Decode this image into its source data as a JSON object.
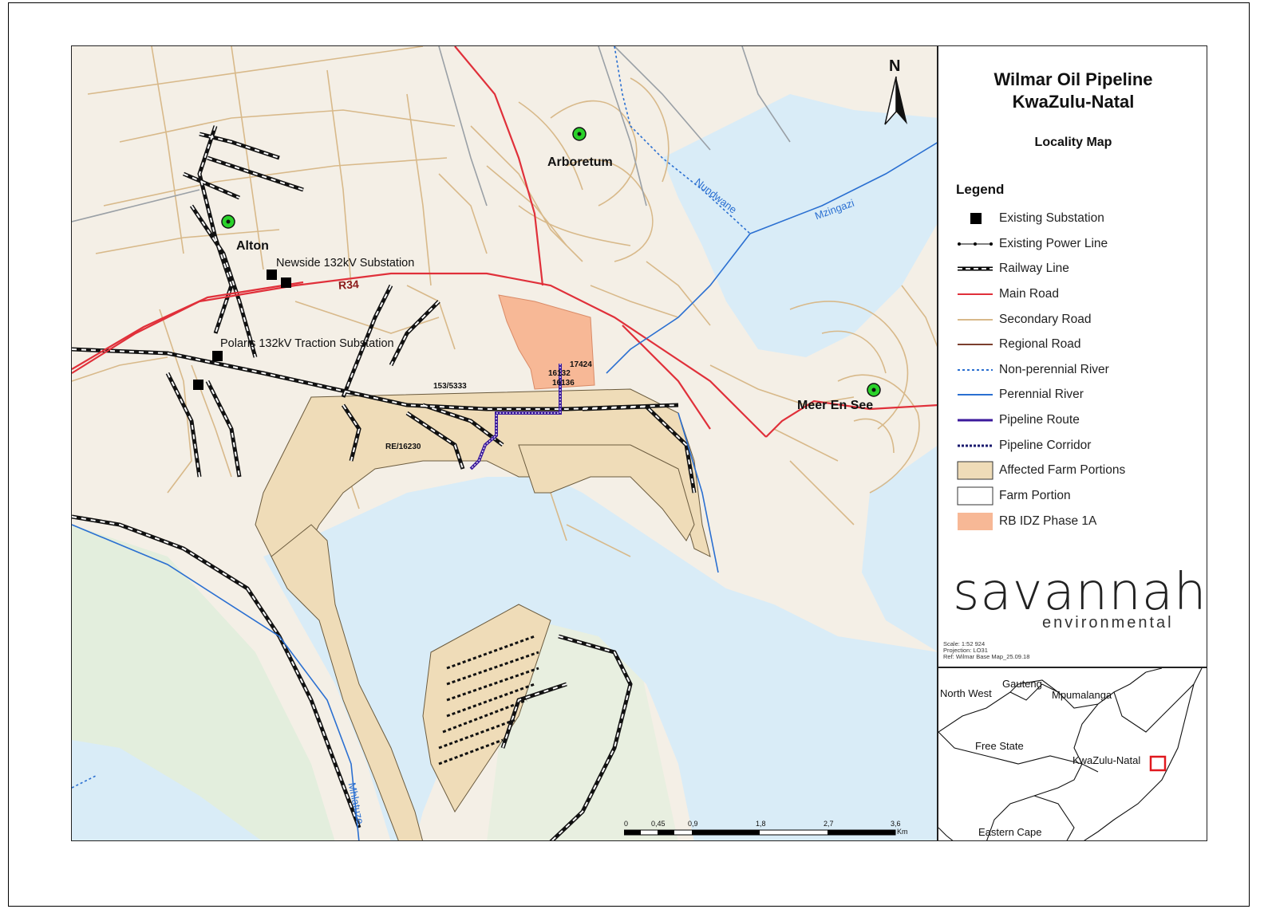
{
  "title": {
    "line1": "Wilmar Oil Pipeline",
    "line2": "KwaZulu-Natal"
  },
  "subtitle": "Locality Map",
  "legend": {
    "heading": "Legend",
    "items": [
      {
        "label": "Existing Substation",
        "symbol": "square"
      },
      {
        "label": "Existing Power Line",
        "symbol": "powerline"
      },
      {
        "label": "Railway Line",
        "symbol": "railway"
      },
      {
        "label": "Main Road",
        "symbol": "line",
        "color": "#e0303a"
      },
      {
        "label": "Secondary Road",
        "symbol": "line",
        "color": "#d8b98a"
      },
      {
        "label": "Regional Road",
        "symbol": "line",
        "color": "#7b3f2e"
      },
      {
        "label": "Non-perennial River",
        "symbol": "dotted",
        "color": "#2a6fd1"
      },
      {
        "label": "Perennial River",
        "symbol": "line",
        "color": "#2a6fd1"
      },
      {
        "label": "Pipeline Route",
        "symbol": "line",
        "color": "#3b1a9c"
      },
      {
        "label": "Pipeline Corridor",
        "symbol": "dotted",
        "color": "#1a1a6e"
      },
      {
        "label": "Affected Farm Portions",
        "symbol": "fill",
        "color": "#efdcb8"
      },
      {
        "label": "Farm Portion",
        "symbol": "fill",
        "color": "#ffffff"
      },
      {
        "label": "RB IDZ Phase 1A",
        "symbol": "fill",
        "color": "#f7b896"
      }
    ]
  },
  "logo": {
    "main": "savannah",
    "sub": "environmental"
  },
  "metadata": {
    "scale": "Scale: 1:52 924",
    "projection": "Projection: LO31",
    "ref": "Ref: Wilmar Base Map_25.09.18"
  },
  "north_label": "N",
  "map_labels": {
    "arboretum": "Arboretum",
    "alton": "Alton",
    "meer_en_see": "Meer En See",
    "newside": "Newside 132kV Substation",
    "polaris": "Polaris 132kV Traction Substation",
    "r34": "R34",
    "farm_153": "153/5333",
    "farm_re16230": "RE/16230",
    "farm_17424": "17424",
    "farm_16132": "16132",
    "farm_16136": "16136",
    "nundwane": "Nundwane",
    "mzingazi": "Mzingazi",
    "mhlatuze": "Mhlatuze"
  },
  "scale_bar": {
    "ticks": [
      "0",
      "0,45",
      "0,9",
      "1,8",
      "2,7",
      "3,6"
    ],
    "unit": "Km"
  },
  "inset": {
    "provinces": [
      "North West",
      "Gauteng",
      "Mpumalanga",
      "Free State",
      "KwaZulu-Natal",
      "Eastern Cape"
    ]
  },
  "colors": {
    "land": "#f4efe6",
    "water": "#d9ecf7",
    "farm": "#efdcb8",
    "idz": "#f7b896",
    "main_road": "#e0303a",
    "secondary_road": "#d8b98a",
    "river": "#2a6fd1",
    "pipeline": "#3b1a9c",
    "town_marker": "#2ad22a"
  }
}
